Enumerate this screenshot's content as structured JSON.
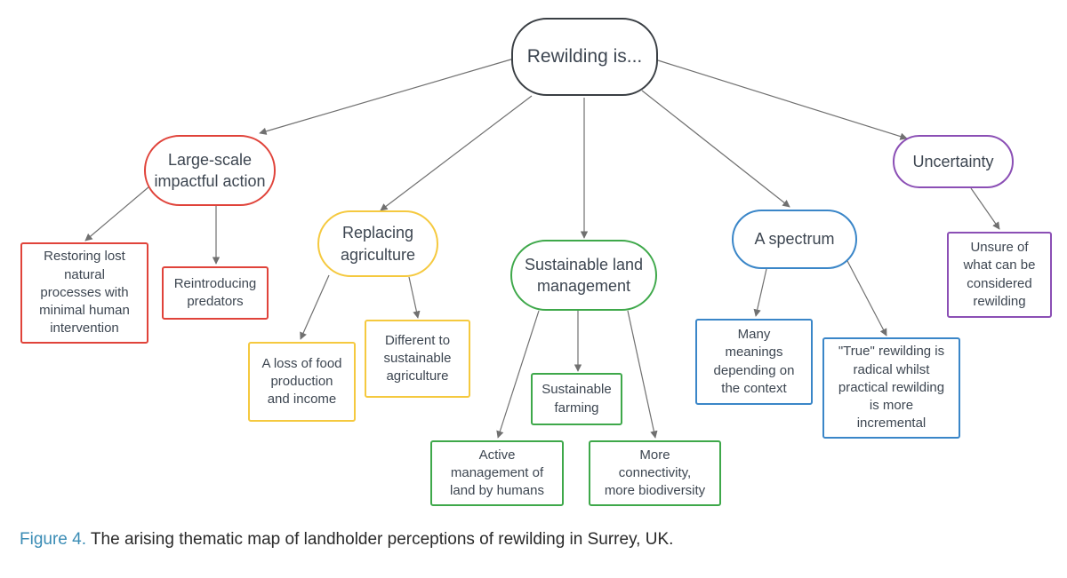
{
  "nodes": {
    "root": "Rewilding is...",
    "large_scale": "Large-scale\nimpactful action",
    "restoring": "Restoring lost\nnatural\nprocesses with\nminimal human\nintervention",
    "reintroducing": "Reintroducing\npredators",
    "replacing_agriculture": "Replacing\nagriculture",
    "loss_of_food": "A loss of food\nproduction\nand income",
    "different_sustainable": "Different to\nsustainable\nagriculture",
    "sustainable_land": "Sustainable land\nmanagement",
    "active_management": "Active\nmanagement of\nland by humans",
    "sustainable_farming": "Sustainable\nfarming",
    "connectivity": "More\nconnectivity,\nmore biodiversity",
    "spectrum": "A spectrum",
    "many_meanings": "Many\nmeanings\ndepending on\nthe context",
    "true_rewilding": "\"True\" rewilding is\nradical whilst\npractical rewilding\nis more\nincremental",
    "uncertainty": "Uncertainty",
    "unsure": "Unsure of\nwhat can be\nconsidered\nrewilding"
  },
  "colors": {
    "root": "#3a3f44",
    "large_scale": "#e0433a",
    "replacing_agriculture": "#f5c93f",
    "sustainable_land": "#3ea84a",
    "spectrum": "#3a86c8",
    "uncertainty": "#8b4fb5",
    "caption_label": "#3a8cb5",
    "connector": "#707070"
  },
  "caption": {
    "label": "Figure 4.",
    "text": " The arising thematic map of landholder perceptions of rewilding in Surrey, UK."
  }
}
